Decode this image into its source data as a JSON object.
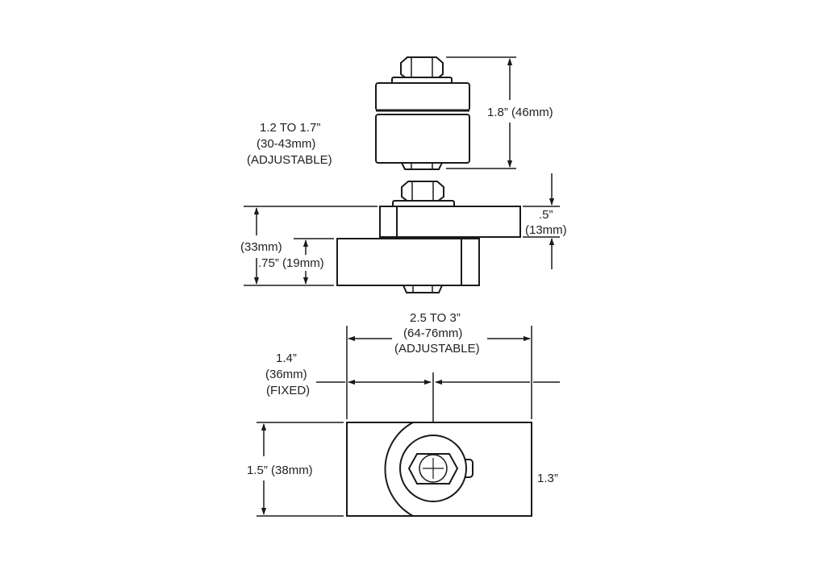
{
  "colors": {
    "line": "#1a1a1a",
    "fill_light": "#f0f0f0",
    "background": "#ffffff"
  },
  "top_view": {
    "height_label": "1.8” (46mm)",
    "adjust_label_1": "1.2 TO 1.7”",
    "adjust_label_2": "(30-43mm)",
    "adjust_label_3": "(ADJUSTABLE)"
  },
  "side_view": {
    "thickness_label_1": ".5”",
    "thickness_label_2": "(13mm)",
    "total_label": "(33mm)",
    "lower_label": ".75” (19mm)"
  },
  "plan_view": {
    "width_label_1": "2.5 TO 3”",
    "width_label_2": "(64-76mm)",
    "width_label_3": "(ADJUSTABLE)",
    "fixed_label_1": "1.4”",
    "fixed_label_2": "(36mm)",
    "fixed_label_3": "(FIXED)",
    "height_label": "1.5” (38mm)",
    "right_label": "1.3”"
  }
}
